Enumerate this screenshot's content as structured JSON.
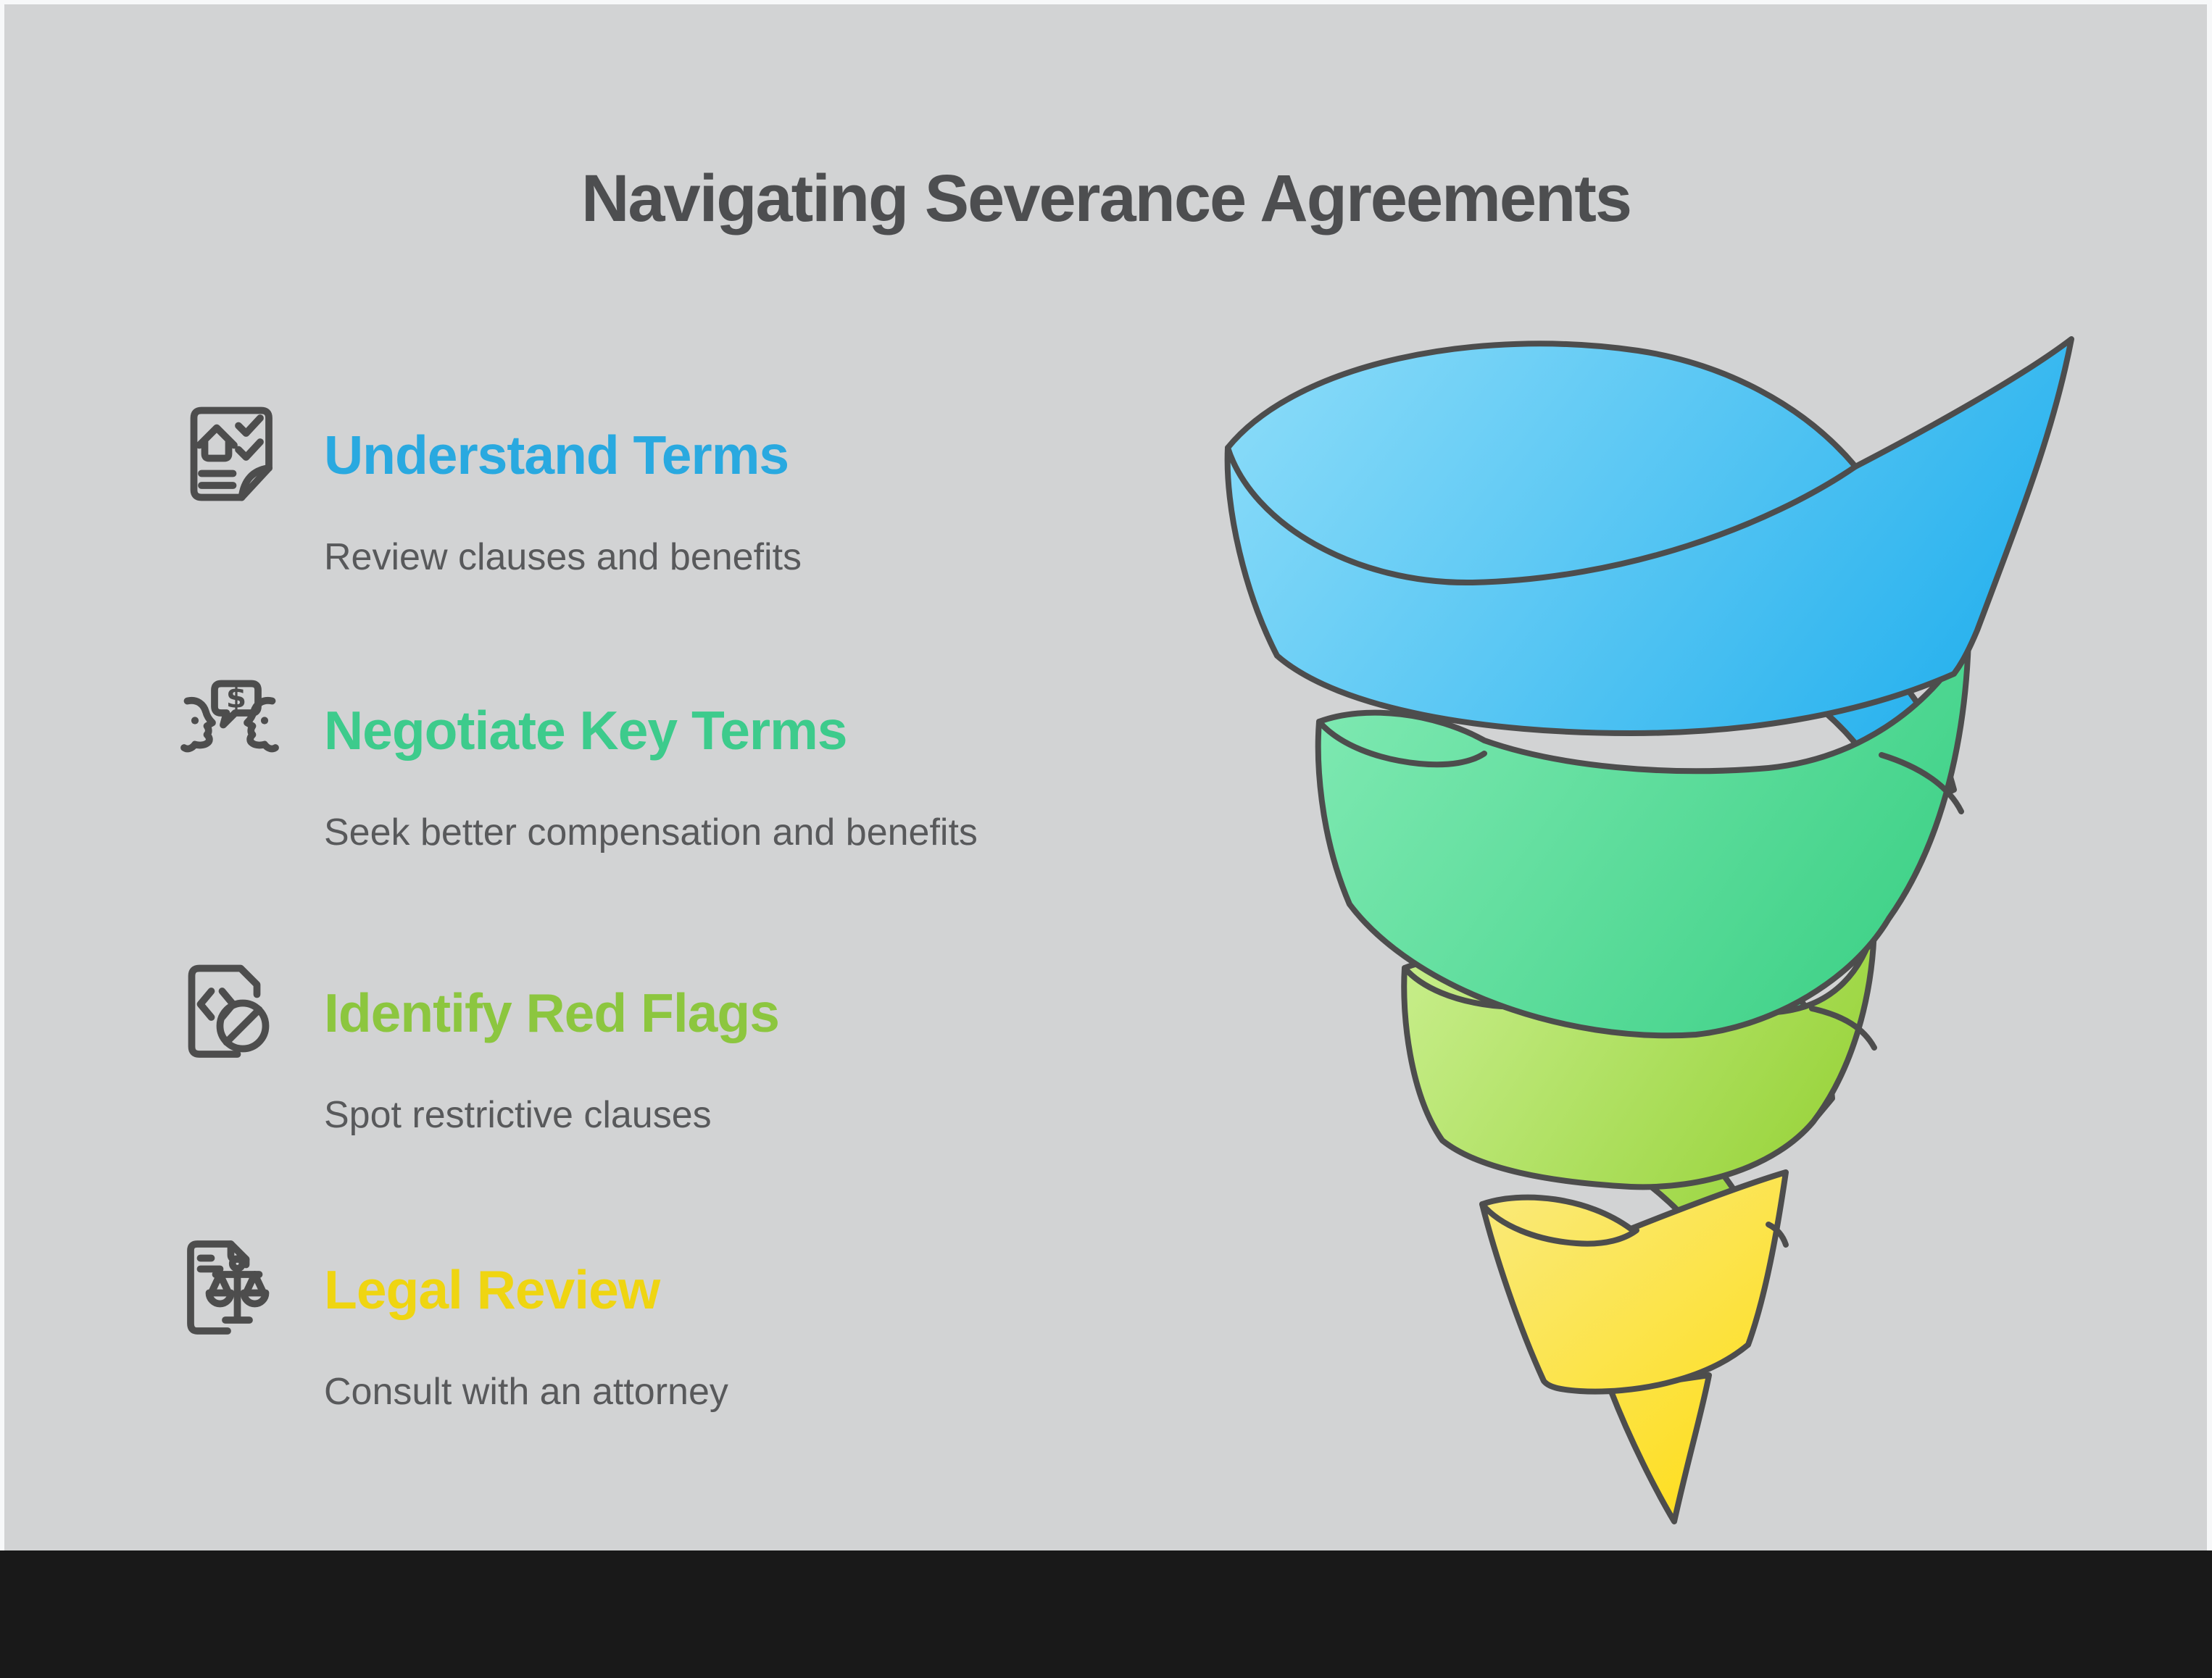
{
  "title": "Navigating Severance Agreements",
  "colors": {
    "page_frame": "#F7F8F9",
    "canvas_background": "#D2D3D4",
    "footer_bar": "#191919",
    "title_text": "#4D4E50",
    "description_text": "#58595B",
    "outline": "#4D4D4D"
  },
  "steps": [
    {
      "label": "Understand Terms",
      "description": "Review clauses and benefits",
      "color": "#29A9E0",
      "icon": "document-checklist-icon"
    },
    {
      "label": "Negotiate Key Terms",
      "description": "Seek better compensation and benefits",
      "color": "#3DCB8C",
      "icon": "negotiation-chat-icon"
    },
    {
      "label": "Identify Red Flags",
      "description": "Spot restrictive clauses",
      "color": "#8CC63F",
      "icon": "restricted-document-icon"
    },
    {
      "label": "Legal Review",
      "description": "Consult with an attorney",
      "color": "#EFD511",
      "icon": "legal-scales-icon"
    }
  ],
  "funnel": {
    "type": "spiral-funnel",
    "levels": [
      {
        "name": "understand-terms",
        "color_light": "#8BDCF9",
        "color_dark": "#29B2EE"
      },
      {
        "name": "negotiate-key-terms",
        "color_light": "#7FE9B2",
        "color_dark": "#3BD085"
      },
      {
        "name": "identify-red-flags",
        "color_light": "#C8EE8C",
        "color_dark": "#94D133"
      },
      {
        "name": "legal-review",
        "color_light": "#F9EA7C",
        "color_dark": "#FFDC0F"
      }
    ]
  }
}
